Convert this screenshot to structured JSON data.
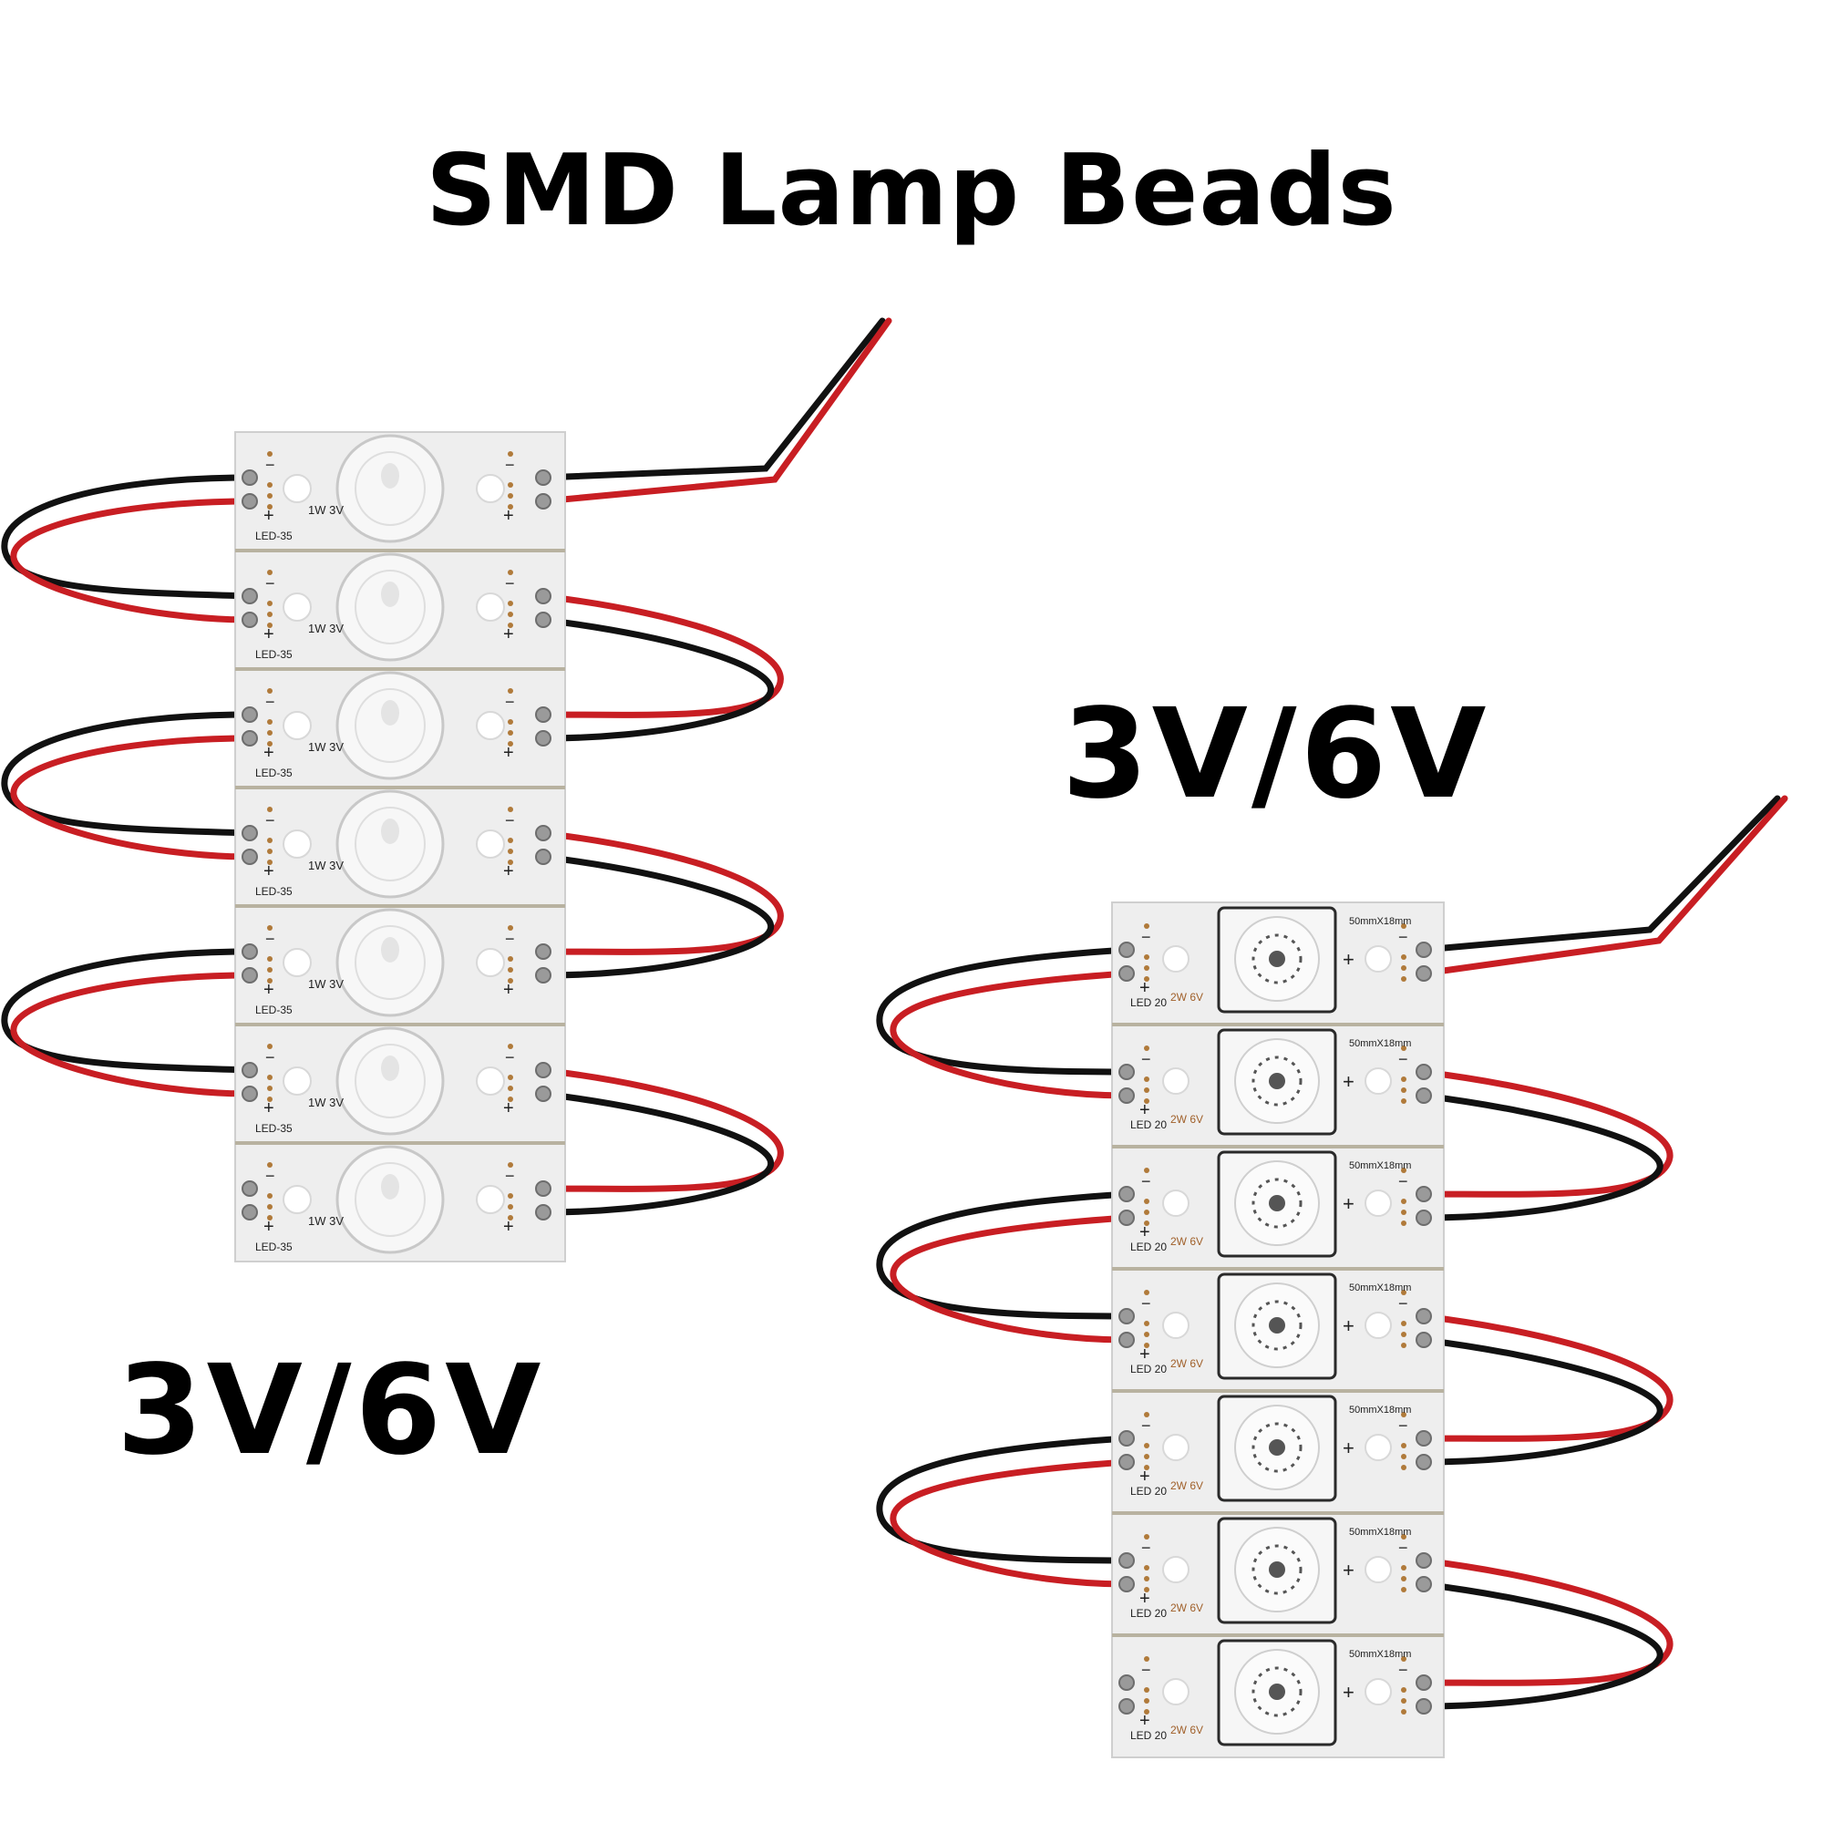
{
  "title": "SMD Lamp Beads",
  "voltage_right": "3V/6V",
  "voltage_left": "3V/6V",
  "strip_left": {
    "module_label": "LED-35",
    "rating": "1W 3V",
    "module_count": 7,
    "minus": "−",
    "plus": "+"
  },
  "strip_right": {
    "module_label": "LED 20",
    "rating": "2W 6V",
    "size": "50mmX18mm",
    "module_count": 7,
    "minus": "−",
    "plus": "+"
  },
  "colors": {
    "wire_red": "#c81e23",
    "wire_black": "#111111",
    "pcb": "#eeeeee",
    "silkscreen_text": "#222222",
    "rating_text": "#a0602a"
  }
}
